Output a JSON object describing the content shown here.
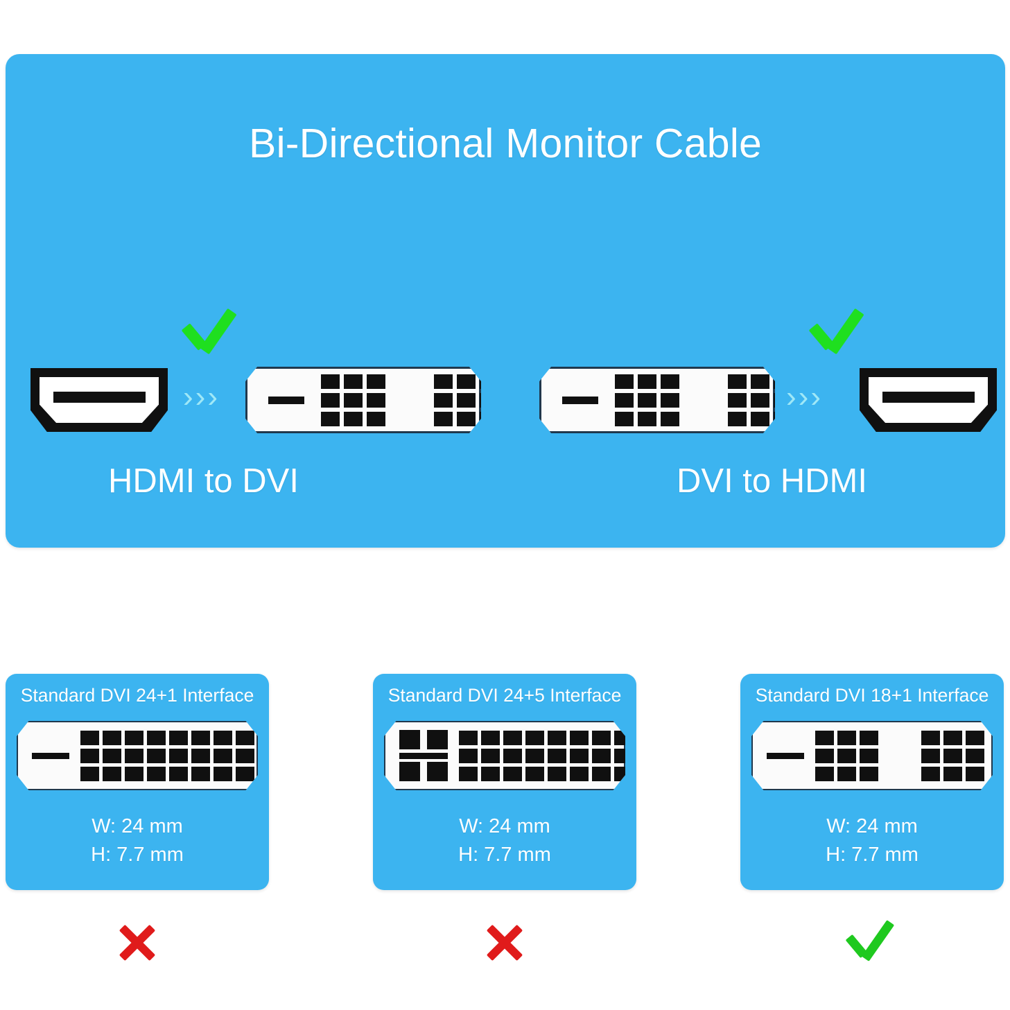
{
  "hero": {
    "title": "Bi-Directional Monitor Cable",
    "panel_color": "#3CB4F0",
    "title_color": "#FFFFFF",
    "flows": [
      {
        "caption": "HDMI to DVI",
        "source_icon": "hdmi-connector-icon",
        "target_icon": "dvi-connector-icon",
        "arrow_icon": "triple-chevron-right-icon",
        "status_icon": "green-check-icon",
        "arrow_glyph": "›",
        "arrow_color": "#9FE8F7",
        "status_color": "#1FDF1F"
      },
      {
        "caption": "DVI to HDMI",
        "source_icon": "dvi-connector-icon",
        "target_icon": "hdmi-connector-icon",
        "arrow_icon": "triple-chevron-right-icon",
        "status_icon": "green-check-icon",
        "arrow_glyph": "›",
        "arrow_color": "#9FE8F7",
        "status_color": "#1FDF1F"
      }
    ]
  },
  "spec_cards": [
    {
      "title": "Standard DVI 24+1 Interface",
      "connector_icon": "dvi-24-1-connector-icon",
      "width_label": "W: 24 mm",
      "height_label": "H: 7.7 mm",
      "verdict": "incompatible",
      "verdict_icon": "red-x-icon",
      "verdict_color": "#E01B1B"
    },
    {
      "title": "Standard DVI 24+5 Interface",
      "connector_icon": "dvi-24-5-connector-icon",
      "width_label": "W: 24 mm",
      "height_label": "H: 7.7 mm",
      "verdict": "incompatible",
      "verdict_icon": "red-x-icon",
      "verdict_color": "#E01B1B"
    },
    {
      "title": "Standard DVI 18+1 Interface",
      "connector_icon": "dvi-18-1-connector-icon",
      "width_label": "W: 24 mm",
      "height_label": "H: 7.7 mm",
      "verdict": "compatible",
      "verdict_icon": "green-check-icon",
      "verdict_color": "#1FC91F"
    }
  ]
}
